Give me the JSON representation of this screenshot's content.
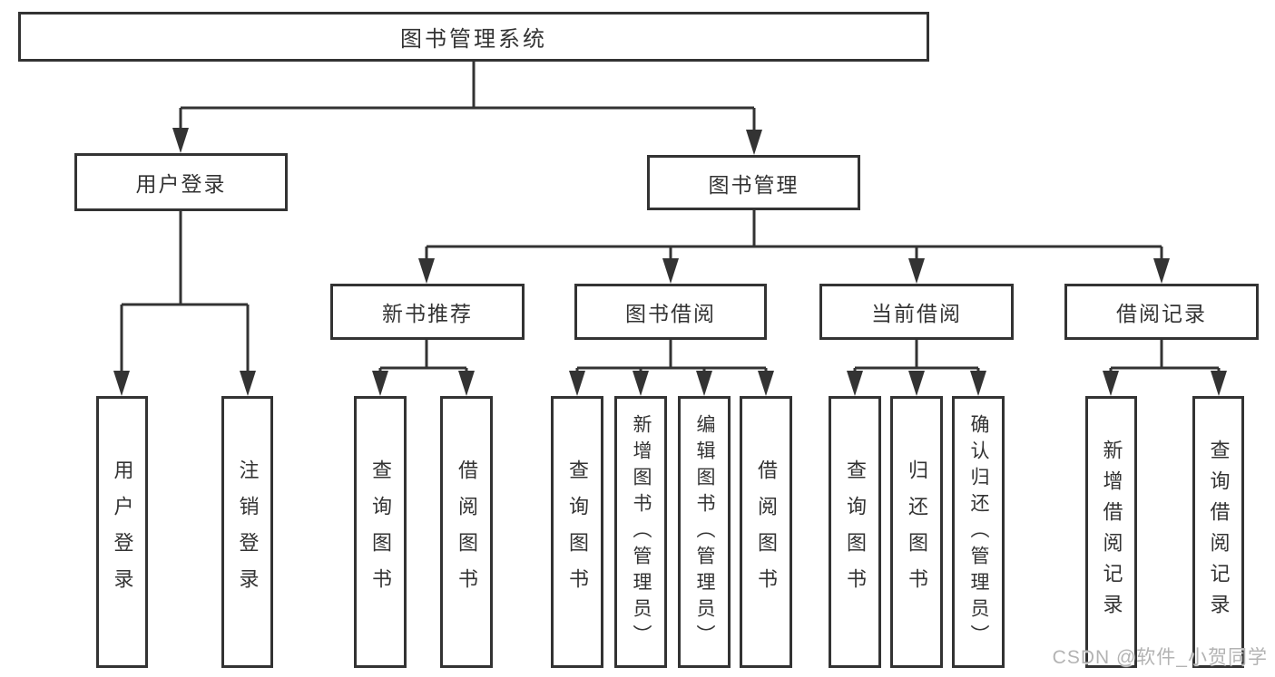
{
  "tree": {
    "label": "图书管理系统",
    "children": [
      {
        "label": "用户登录",
        "children": [
          {
            "label": "用户登录"
          },
          {
            "label": "注销登录"
          }
        ]
      },
      {
        "label": "图书管理",
        "children": [
          {
            "label": "新书推荐",
            "children": [
              {
                "label": "查询图书"
              },
              {
                "label": "借阅图书"
              }
            ]
          },
          {
            "label": "图书借阅",
            "children": [
              {
                "label": "查询图书"
              },
              {
                "label": "新增图书（管理员）"
              },
              {
                "label": "编辑图书（管理员）"
              },
              {
                "label": "借阅图书"
              }
            ]
          },
          {
            "label": "当前借阅",
            "children": [
              {
                "label": "查询图书"
              },
              {
                "label": "归还图书"
              },
              {
                "label": "确认归还（管理员）"
              }
            ]
          },
          {
            "label": "借阅记录",
            "children": [
              {
                "label": "新增借阅记录"
              },
              {
                "label": "查询借阅记录"
              }
            ]
          }
        ]
      }
    ]
  },
  "watermark": {
    "text": "CSDN @软件_小贺同学"
  },
  "colors": {
    "line": "#333333",
    "box_border": "#333333",
    "box_background": "#ffffff",
    "text": "#333333",
    "watermark": "#b3b3b3"
  }
}
